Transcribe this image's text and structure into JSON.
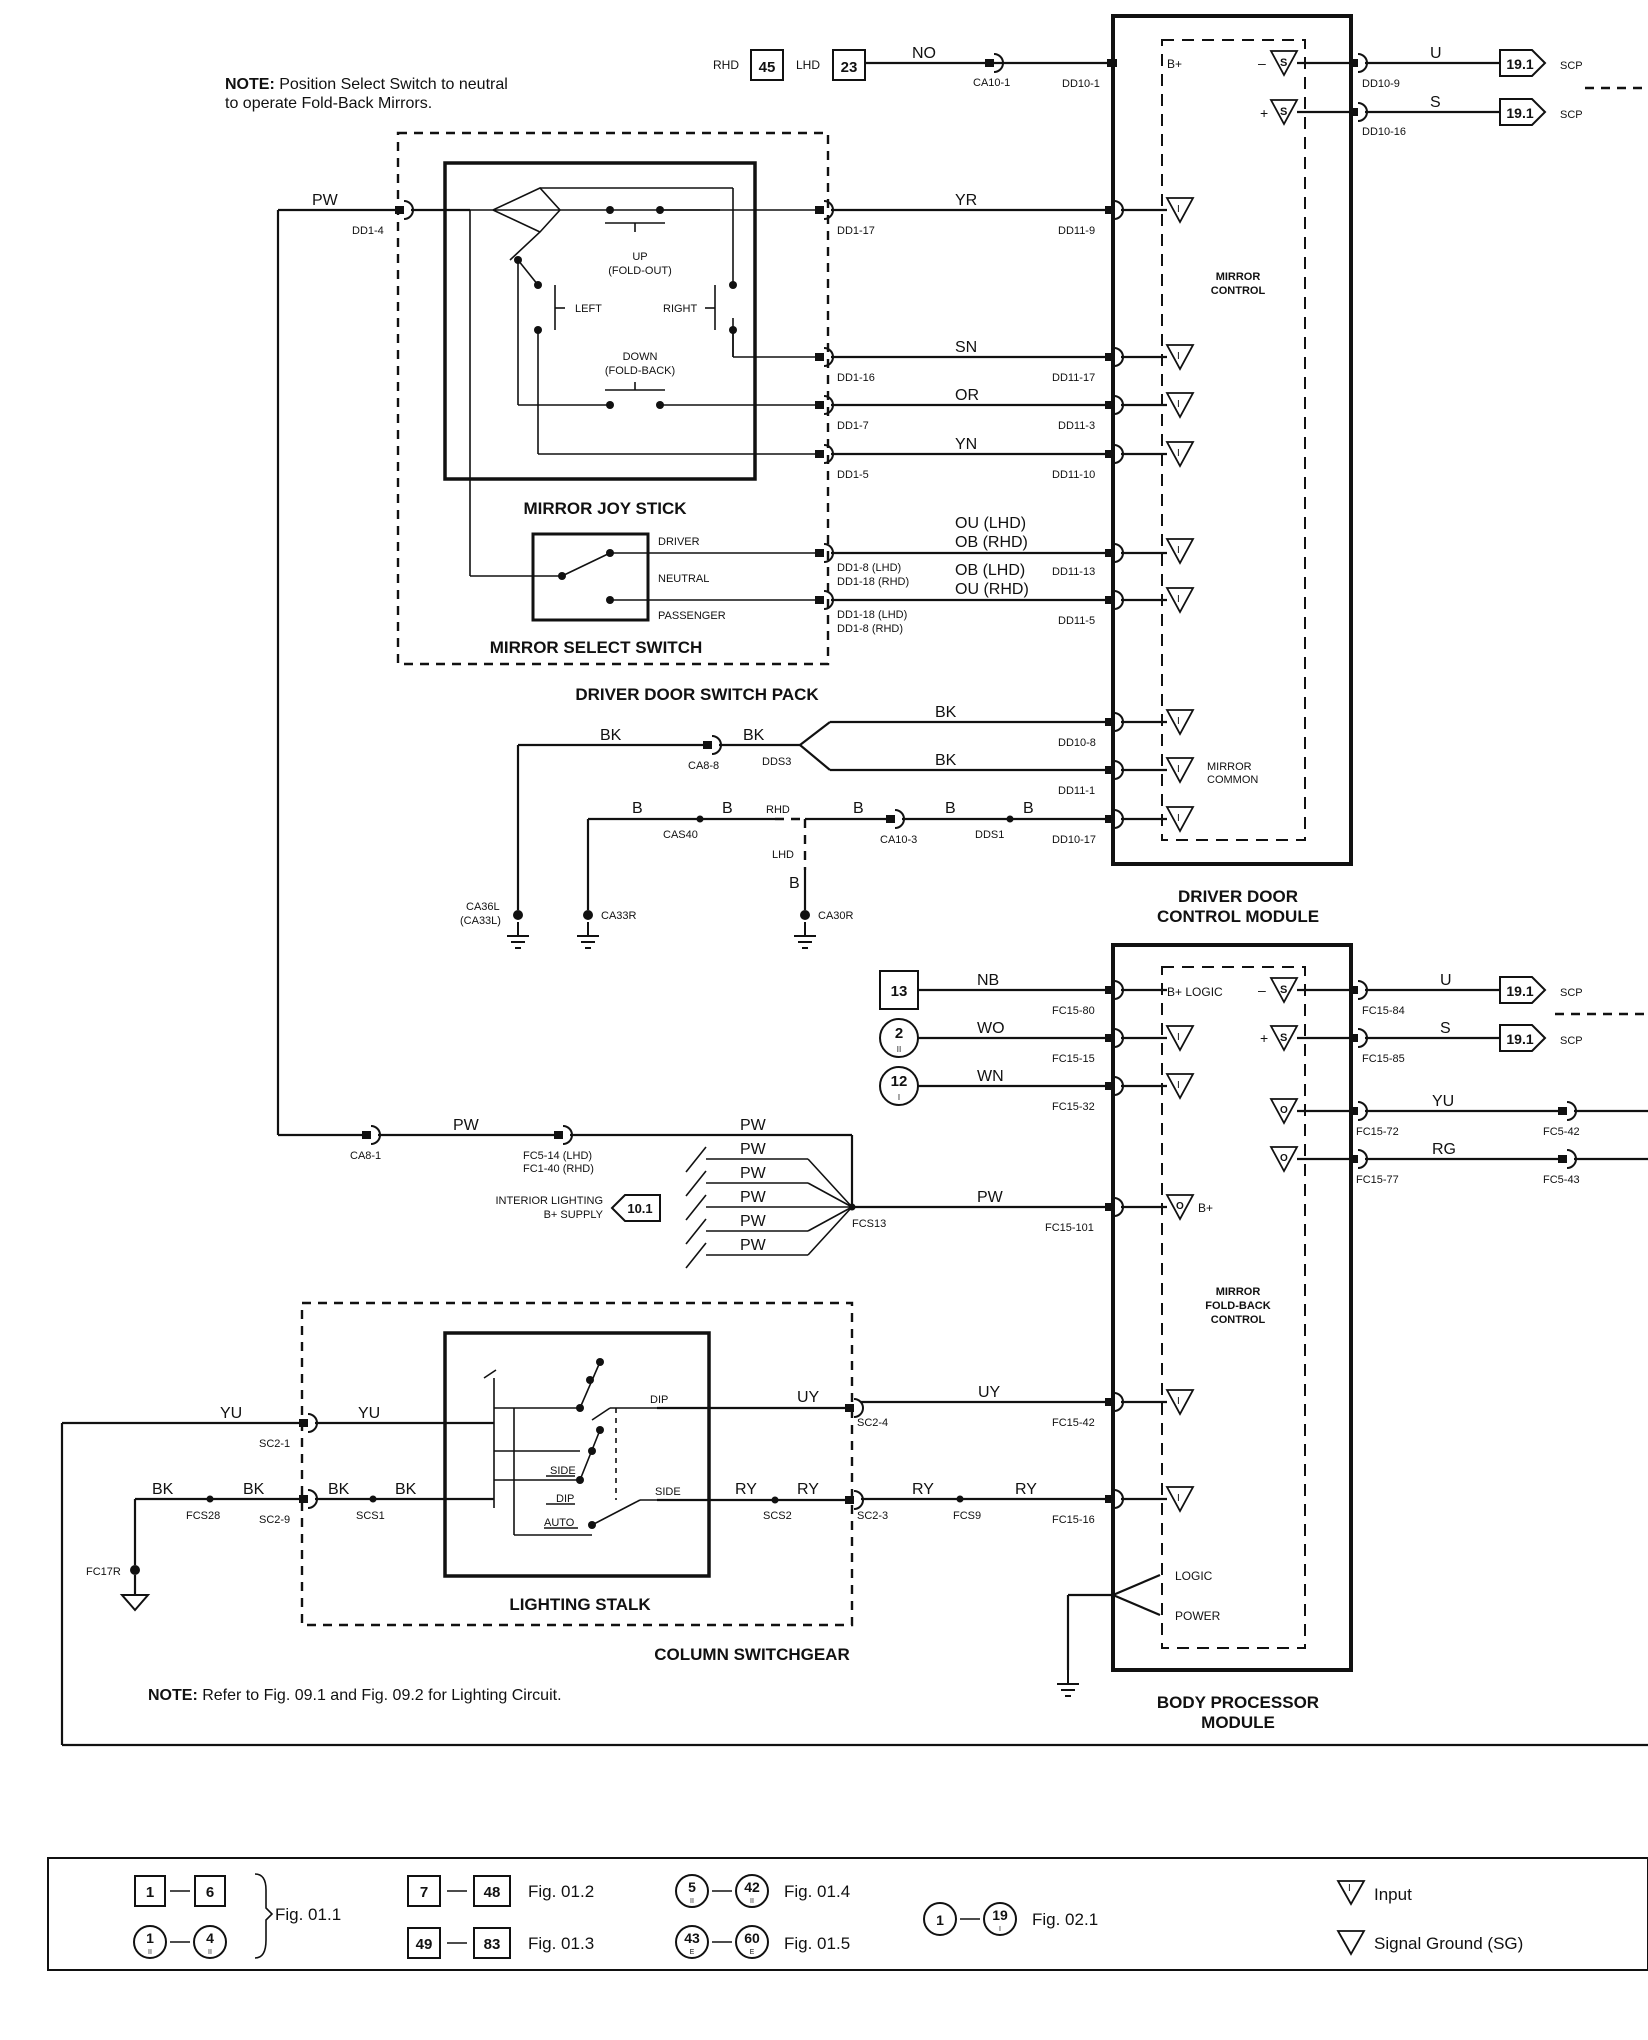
{
  "notes": {
    "top_bold": "NOTE:",
    "top_rest": " Position Select Switch to neutral",
    "top_line2": "to operate Fold-Back Mirrors.",
    "bottom_bold": "NOTE:",
    "bottom_rest": " Refer to Fig. 09.1 and Fig. 09.2 for Lighting Circuit."
  },
  "supply": {
    "rhd_label": "RHD",
    "rhd_num": "45",
    "lhd_label": "LHD",
    "lhd_num": "23",
    "wire": "NO",
    "conn": "CA10-1"
  },
  "driver_door_module": {
    "title_line1": "DRIVER DOOR",
    "title_line2": "CONTROL MODULE",
    "bplus": "B+",
    "mirror_control": [
      "MIRROR",
      "CONTROL"
    ],
    "mirror_common": [
      "MIRROR",
      "COMMON"
    ],
    "minus_sign": "–",
    "plus_sign": "+",
    "s_symbol": "S",
    "i_symbol": "I",
    "pins": {
      "dd10_1": "DD10-1",
      "dd10_9": "DD10-9",
      "dd10_16": "DD10-16",
      "dd11_9": "DD11-9",
      "dd11_17": "DD11-17",
      "dd11_3": "DD11-3",
      "dd11_10": "DD11-10",
      "dd11_13": "DD11-13",
      "dd11_5": "DD11-5",
      "dd10_8": "DD10-8",
      "dd11_1": "DD11-1",
      "dd10_17": "DD10-17"
    },
    "outputs": [
      {
        "wire": "U",
        "ref": "19.1",
        "label": "SCP"
      },
      {
        "wire": "S",
        "ref": "19.1",
        "label": "SCP"
      }
    ]
  },
  "switch_pack": {
    "title": "DRIVER DOOR SWITCH PACK",
    "joystick_title": "MIRROR JOY STICK",
    "select_title": "MIRROR SELECT SWITCH",
    "up_label": [
      "UP",
      "(FOLD-OUT)"
    ],
    "down_label": [
      "DOWN",
      "(FOLD-BACK)"
    ],
    "left_label": "LEFT",
    "right_label": "RIGHT",
    "driver": "DRIVER",
    "neutral": "NEUTRAL",
    "passenger": "PASSENGER",
    "pins": {
      "dd1_4": "DD1-4",
      "dd1_17": "DD1-17",
      "dd1_16": "DD1-16",
      "dd1_7": "DD1-7",
      "dd1_5": "DD1-5",
      "dd1_8a": "DD1-8 (LHD)",
      "dd1_18a": "DD1-18 (RHD)",
      "dd1_18b": "DD1-18 (LHD)",
      "dd1_8b": "DD1-8 (RHD)"
    }
  },
  "wires": {
    "pw": "PW",
    "yr": "YR",
    "sn": "SN",
    "or": "OR",
    "yn": "YN",
    "ou_lhd": "OU (LHD)",
    "ob_rhd": "OB (RHD)",
    "ob_lhd": "OB (LHD)",
    "ou_rhd": "OU (RHD)",
    "bk": "BK",
    "b": "B",
    "nb": "NB",
    "wo": "WO",
    "wn": "WN",
    "yu": "YU",
    "rg": "RG",
    "uy": "UY",
    "ry": "RY",
    "u": "U",
    "s": "S"
  },
  "grounds": {
    "ca8_8": "CA8-8",
    "dds3": "DDS3",
    "cas40": "CAS40",
    "rhd": "RHD",
    "lhd": "LHD",
    "ca10_3": "CA10-3",
    "dds1": "DDS1",
    "ca36l": "CA36L",
    "ca33l": "(CA33L)",
    "ca33r": "CA33R",
    "ca30r": "CA30R"
  },
  "body_processor": {
    "title_line1": "BODY PROCESSOR",
    "title_line2": "MODULE",
    "bplus_logic": "B+ LOGIC",
    "bplus": "B+",
    "fold_back": [
      "MIRROR",
      "FOLD-BACK",
      "CONTROL"
    ],
    "logic": "LOGIC",
    "power": "POWER",
    "o_symbol": "O",
    "pins": {
      "fc15_80": "FC15-80",
      "fc15_15": "FC15-15",
      "fc15_32": "FC15-32",
      "fc15_101": "FC15-101",
      "fc15_84": "FC15-84",
      "fc15_85": "FC15-85",
      "fc15_72": "FC15-72",
      "fc15_77": "FC15-77",
      "fc15_42": "FC15-42",
      "fc15_16": "FC15-16",
      "fc5_42": "FC5-42",
      "fc5_43": "FC5-43"
    },
    "inputs": [
      {
        "ref": "13",
        "sub": ""
      },
      {
        "ref": "2",
        "sub": "II"
      },
      {
        "ref": "12",
        "sub": "I"
      }
    ]
  },
  "feeds": {
    "ca8_1": "CA8-1",
    "fc5_14": "FC5-14 (LHD)",
    "fc1_40": "FC1-40 (RHD)",
    "fcs13": "FCS13",
    "interior_line1": "INTERIOR LIGHTING",
    "interior_line2": "B+ SUPPLY",
    "interior_ref": "10.1"
  },
  "column": {
    "title": "COLUMN SWITCHGEAR",
    "stalk_title": "LIGHTING STALK",
    "dip": "DIP",
    "side": "SIDE",
    "auto": "AUTO",
    "sc2_1": "SC2-1",
    "sc2_9": "SC2-9",
    "sc2_4": "SC2-4",
    "sc2_3": "SC2-3",
    "scs1": "SCS1",
    "scs2": "SCS2",
    "fcs28": "FCS28",
    "fcs9": "FCS9",
    "fc17r": "FC17R"
  },
  "legend": {
    "g1": {
      "a": "1",
      "b": "6",
      "c": "1",
      "cs": "II",
      "d": "4",
      "ds": "II",
      "fig": "Fig. 01.1"
    },
    "g2": {
      "a": "7",
      "b": "48",
      "fig": "Fig. 01.2"
    },
    "g3": {
      "a": "49",
      "b": "83",
      "fig": "Fig. 01.3"
    },
    "g4": {
      "a": "5",
      "as": "II",
      "b": "42",
      "bs": "II",
      "fig": "Fig. 01.4"
    },
    "g5": {
      "a": "43",
      "as": "E",
      "b": "60",
      "bs": "E",
      "fig": "Fig. 01.5"
    },
    "g6": {
      "a": "1",
      "b": "19",
      "bs": "I",
      "fig": "Fig. 02.1"
    },
    "input_symbol": "I",
    "input_label": "Input",
    "sg_label": "Signal Ground (SG)"
  }
}
